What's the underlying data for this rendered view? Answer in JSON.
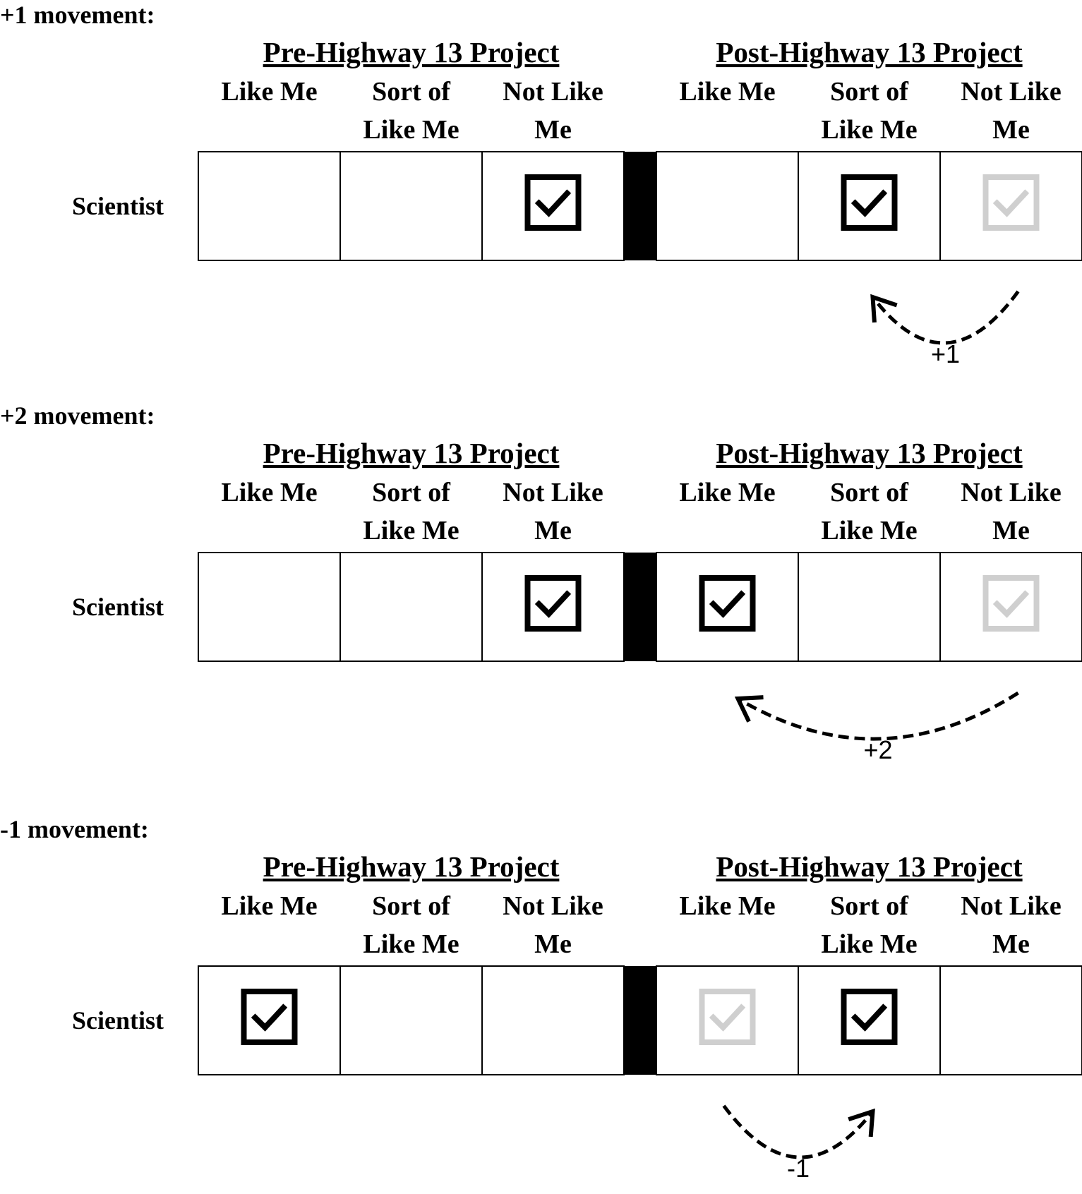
{
  "groups": {
    "pre": "Pre-Highway 13 Project",
    "post": "Post-Highway 13 Project"
  },
  "columns": [
    {
      "line1": "Like Me",
      "line2": ""
    },
    {
      "line1": "Sort of",
      "line2": "Like Me"
    },
    {
      "line1": "Not Like",
      "line2": "Me"
    }
  ],
  "panels": [
    {
      "title": "+1 movement:",
      "row_label": "Scientist",
      "pre_checked": 2,
      "post_checked": 1,
      "post_ghost": 2,
      "movement": "+1",
      "arrow_from": 2,
      "arrow_to": 1
    },
    {
      "title": "+2 movement:",
      "row_label": "Scientist",
      "pre_checked": 2,
      "post_checked": 0,
      "post_ghost": 2,
      "movement": "+2",
      "arrow_from": 2,
      "arrow_to": 0
    },
    {
      "title": "-1 movement:",
      "row_label": "Scientist",
      "pre_checked": 0,
      "post_checked": 1,
      "post_ghost": 0,
      "movement": "-1",
      "arrow_from": 0,
      "arrow_to": 1
    }
  ],
  "colors": {
    "checked": "#000000",
    "ghost": "#cfcfcf",
    "divider": "#000000"
  }
}
